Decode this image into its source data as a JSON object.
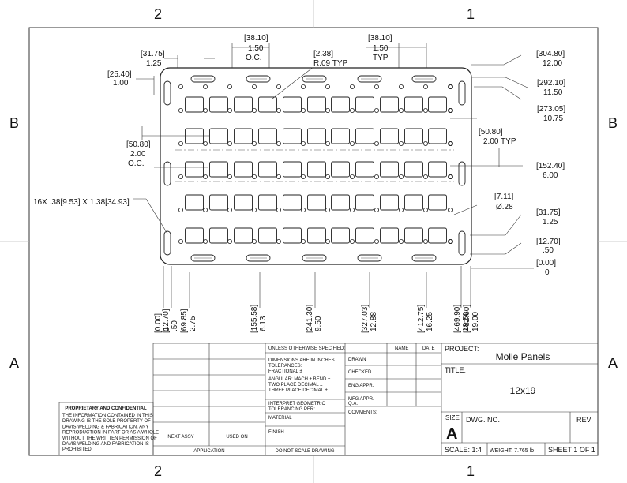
{
  "zones": {
    "top_left": "2",
    "top_right": "1",
    "bottom_left": "2",
    "bottom_right": "1",
    "left_upper": "B",
    "left_lower": "A",
    "right_upper": "B",
    "right_lower": "A"
  },
  "dims": {
    "d_3175a": "[31.75]",
    "d_125a": "1.25",
    "d_3810a": "[38.10]",
    "d_150a": "1.50",
    "d_oca": "O.C.",
    "d_238": "[2.38]",
    "d_r09": "R.09  TYP",
    "d_3810b": "[38.10]",
    "d_150b": "1.50",
    "d_typb": "TYP",
    "d_3048": "[304.80]",
    "d_1200": "12.00",
    "d_2540": "[25.40]",
    "d_100": "1.00",
    "d_2921": "[292.10]",
    "d_1150": "11.50",
    "d_27305": "[273.05]",
    "d_1075": "10.75",
    "d_5080r": "[50.80]",
    "d_200r": "2.00  TYP",
    "d_5080l": "[50.80]",
    "d_200l": "2.00",
    "d_ocl": "O.C.",
    "d_1524": "[152.40]",
    "d_600": "6.00",
    "d_slot": "16X .38[9.53] X 1.38[34.93]",
    "d_711": "[7.11]",
    "d_dia28": "Ø.28",
    "d_3175b": "[31.75]",
    "d_125b": "1.25",
    "d_1270r": "[12.70]",
    "d_50r": ".50",
    "d_000r": "[0.00]",
    "d_0r": "0",
    "bottom": [
      {
        "mm": "[0.00]",
        "in": "0"
      },
      {
        "mm": "[12.70]",
        "in": ".50"
      },
      {
        "mm": "[69.85]",
        "in": "2.75"
      },
      {
        "mm": "[155.58]",
        "in": "6.13"
      },
      {
        "mm": "[241.30]",
        "in": "9.50"
      },
      {
        "mm": "[327.03]",
        "in": "12.88"
      },
      {
        "mm": "[412.75]",
        "in": "16.25"
      },
      {
        "mm": "[469.90]",
        "in": "18.50"
      },
      {
        "mm": "[482.60]",
        "in": "19.00"
      }
    ]
  },
  "title_block": {
    "unless": "UNLESS OTHERWISE SPECIFIED:",
    "name": "NAME",
    "date": "DATE",
    "dims_in": "DIMENSIONS ARE IN INCHES",
    "tolerances": "TOLERANCES:",
    "fractional": "FRACTIONAL ±",
    "angular": "ANGULAR: MACH ±    BEND ±",
    "two_place": "TWO PLACE DECIMAL    ±",
    "three_place": "THREE PLACE DECIMAL  ±",
    "interpret": "INTERPRET GEOMETRIC",
    "tol_per": "TOLERANCING PER:",
    "material": "MATERIAL",
    "finish": "FINISH",
    "no_scale": "DO NOT SCALE DRAWING",
    "drawn": "DRAWN",
    "checked": "CHECKED",
    "eng_appr": "ENG APPR.",
    "mfg_appr": "MFG APPR.",
    "qa": "Q.A.",
    "comments": "COMMENTS:",
    "next_assy": "NEXT ASSY",
    "used_on": "USED ON",
    "application": "APPLICATION",
    "project_label": "PROJECT:",
    "project": "Molle Panels",
    "title_label": "TITLE:",
    "title": "12x19",
    "size_label": "SIZE",
    "size": "A",
    "dwg_no": "DWG.  NO.",
    "rev": "REV",
    "scale": "SCALE: 1:4",
    "weight": "WEIGHT: 7.765 lb",
    "sheet": "SHEET 1 OF 1",
    "prop_title": "PROPRIETARY AND CONFIDENTIAL",
    "prop_lines": [
      "THE INFORMATION CONTAINED IN THIS",
      "DRAWING IS THE SOLE PROPERTY OF",
      "DAVIS WELDING & FABRICATION.  ANY",
      "REPRODUCTION IN PART OR AS A WHOLE",
      "WITHOUT THE WRITTEN PERMISSION OF",
      "DAVIS WELDING AND FABRICATION IS",
      "PROHIBITED."
    ]
  }
}
